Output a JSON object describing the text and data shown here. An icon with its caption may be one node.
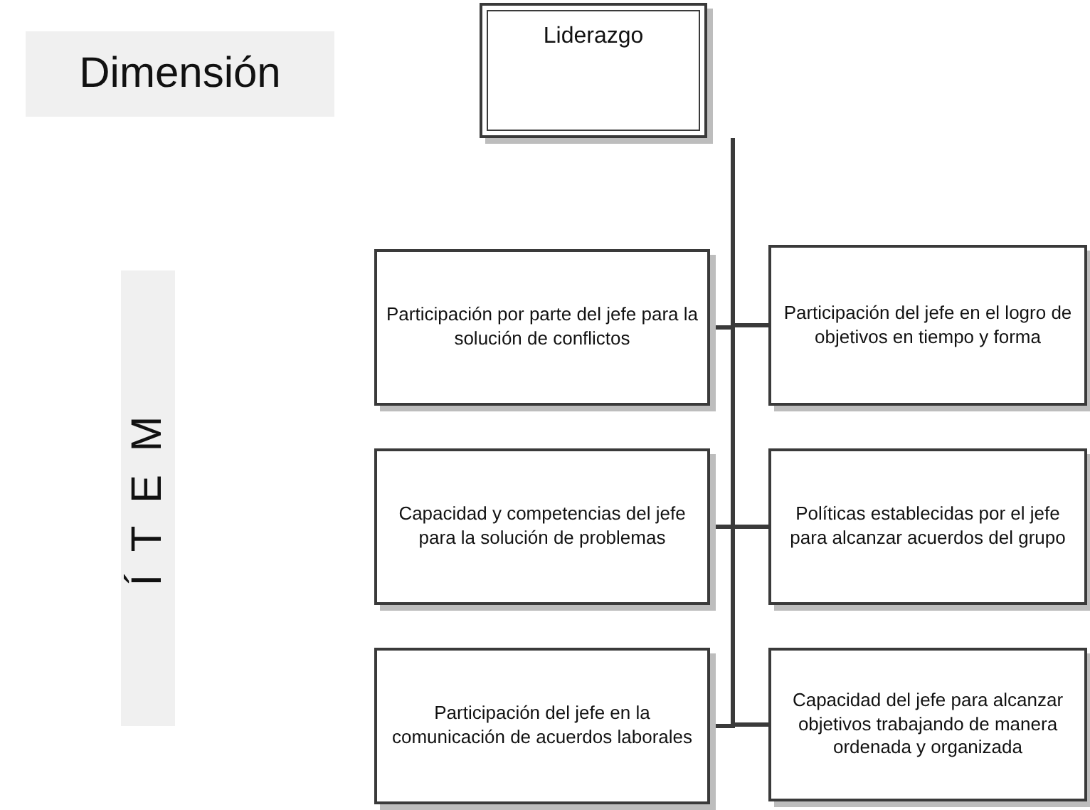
{
  "diagram": {
    "nodes": [
      {
        "text": [
          "Dimensión"
        ]
      },
      {
        "text": [
          "Liderazgo"
        ]
      },
      {
        "text": [
          "Í T E M"
        ]
      },
      {
        "text": [
          "Participación por parte del jefe para la solución de conflictos"
        ]
      },
      {
        "text": [
          "Participación del jefe en el logro de objetivos en tiempo y forma"
        ]
      },
      {
        "text": [
          "Capacidad y competencias del jefe para la solución de problemas"
        ]
      },
      {
        "text": [
          "Políticas establecidas por el jefe para alcanzar acuerdos del grupo"
        ]
      },
      {
        "text": [
          "Participación del jefe en la comunicación de acuerdos laborales"
        ]
      },
      {
        "text": [
          "Capacidad del jefe para alcanzar objetivos trabajando de manera ordenada y organizada"
        ]
      }
    ],
    "edges": [
      {
        "from": 1,
        "to": 3,
        "arrow": "none"
      },
      {
        "from": 1,
        "to": 4,
        "arrow": "none"
      },
      {
        "from": 1,
        "to": 5,
        "arrow": "none"
      },
      {
        "from": 1,
        "to": 6,
        "arrow": "none"
      },
      {
        "from": 1,
        "to": 7,
        "arrow": "none"
      },
      {
        "from": 1,
        "to": 8,
        "arrow": "none"
      }
    ]
  }
}
